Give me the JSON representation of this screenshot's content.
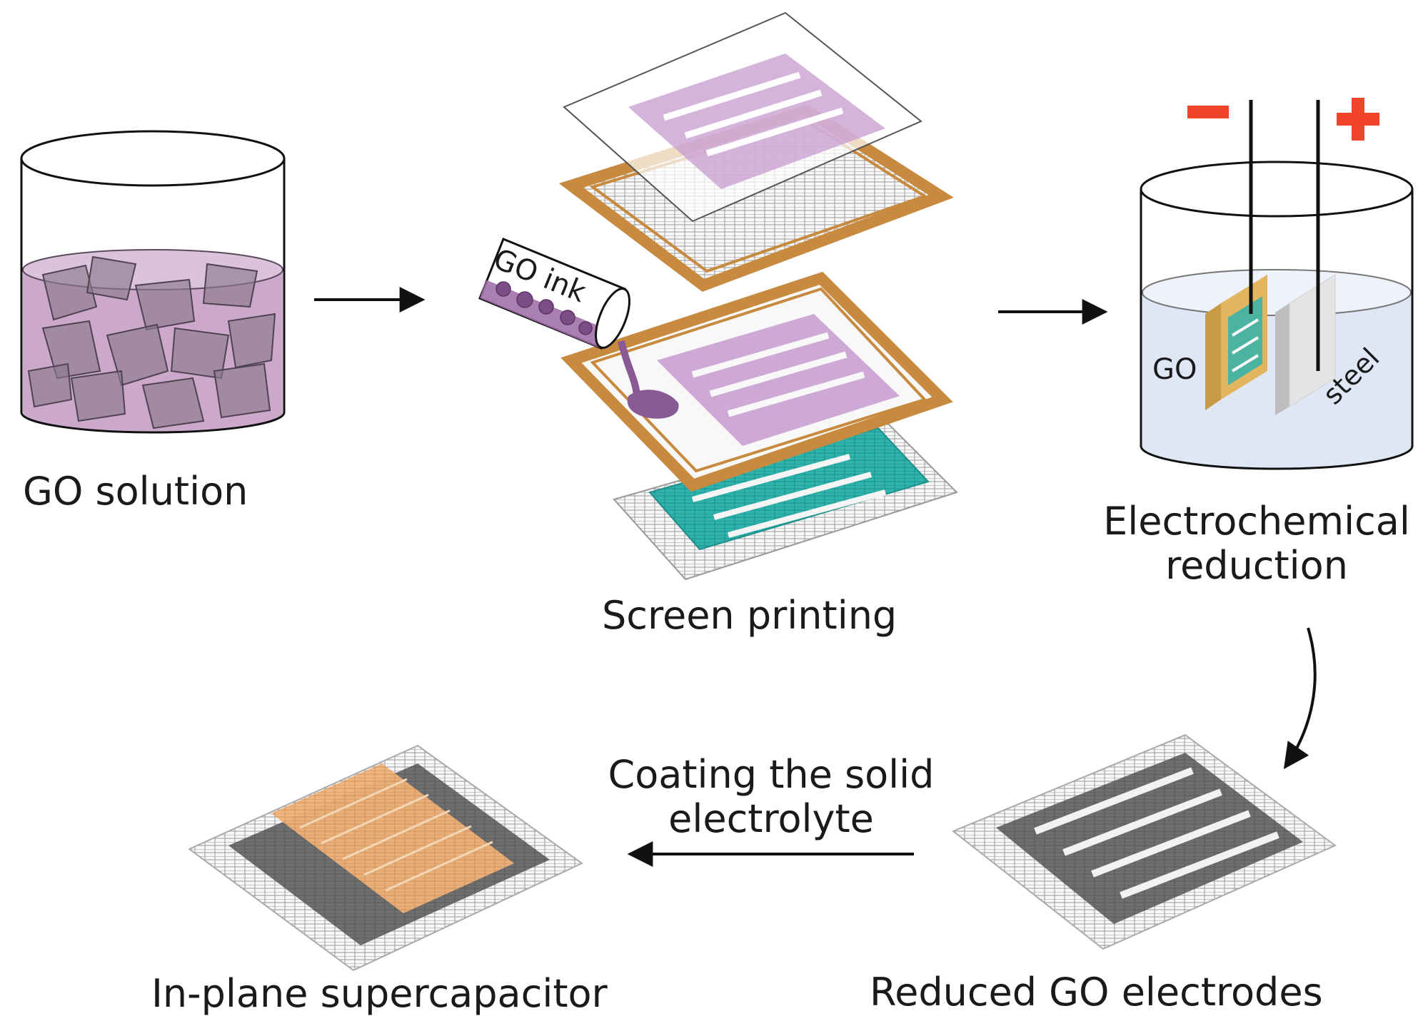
{
  "labels": {
    "go_solution": "GO solution",
    "screen_printing": "Screen printing",
    "go_ink": "GO ink",
    "electrochemical_reduction": [
      "Electrochemical",
      "reduction"
    ],
    "electrode_go": "GO",
    "electrode_steel": "steel",
    "coating": [
      "Coating the solid",
      "electrolyte"
    ],
    "reduced_go": "Reduced GO electrodes",
    "supercapacitor": "In-plane supercapacitor"
  },
  "polarity": {
    "negative": "−",
    "positive": "+"
  },
  "colors": {
    "go_solution": "#c9a4c8",
    "go_flake": "#8c7a8e",
    "frame": "#c78a3f",
    "ink": "#c79bd0",
    "teal": "#2fb3ad",
    "electrolyte": "#dfe7f7",
    "reduced": "#6f6f6f",
    "gel": "#efb27a",
    "polarity": "#f0452a"
  }
}
